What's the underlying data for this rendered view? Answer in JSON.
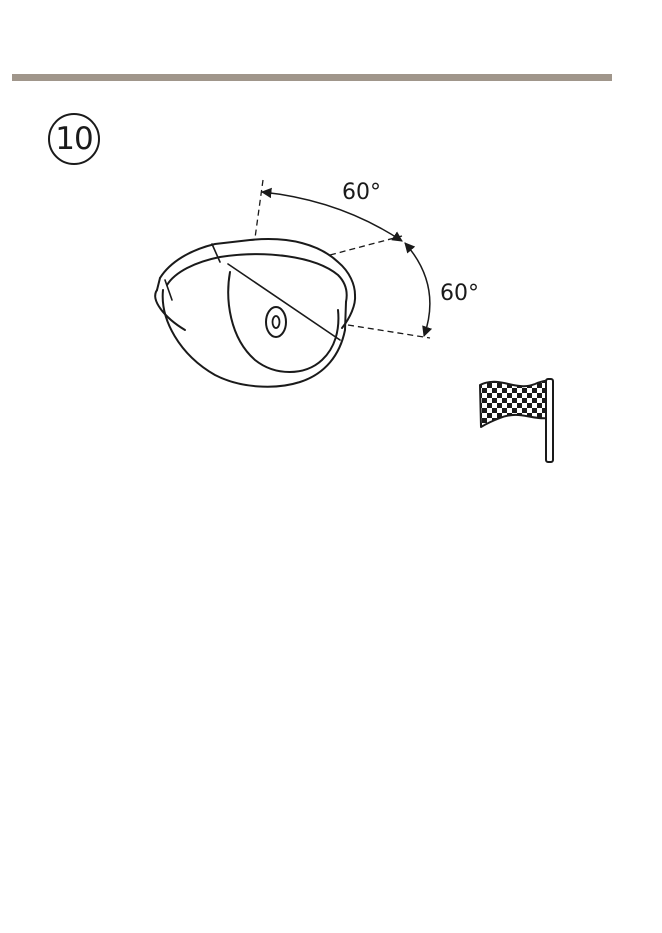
{
  "step": {
    "number": "10"
  },
  "diagram": {
    "angle_top_label": "60°",
    "angle_side_label": "60°"
  },
  "colors": {
    "rule": "#a0968b",
    "ink": "#1a1a1a"
  },
  "icons": {
    "dome": "dome-camera-icon",
    "finish": "checkered-flag-icon"
  }
}
